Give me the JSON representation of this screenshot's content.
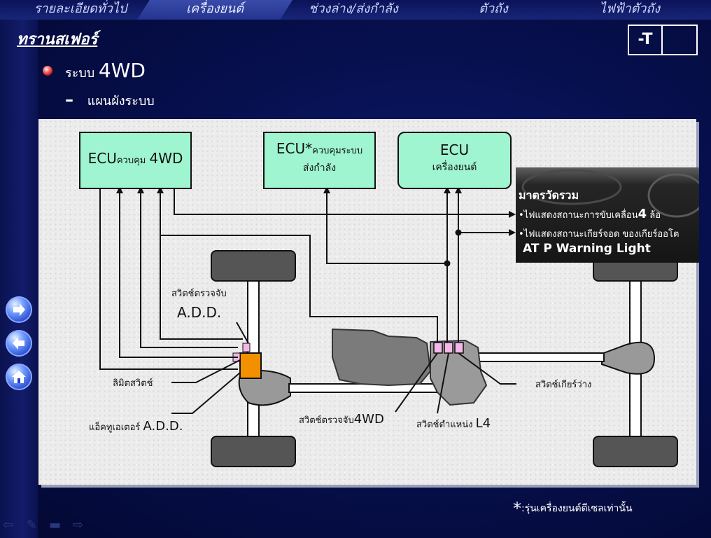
{
  "nav": {
    "tabs": [
      "รายละเอียดทั่วไป",
      "เครื่องยนต์",
      "ช่วงล่าง/ส่งกำลัง",
      "ตัวถัง",
      "ไฟฟ้าตัวถัง"
    ]
  },
  "header": {
    "section": "ทรานสเฟอร์",
    "code": "-T",
    "system_prefix": "ระบบ",
    "system_name": "4WD",
    "dash": "–",
    "subtitle": "แผนผังระบบ"
  },
  "diagram": {
    "ecu_4wd": {
      "main": "ECU",
      "sub": "ควบคุม",
      "tail": "4WD"
    },
    "ecu_powertrain": {
      "main": "ECU*",
      "sub": "ควบคุมระบบ",
      "line2": "ส่งกำลัง"
    },
    "ecu_engine": {
      "main": "ECU",
      "sub": "เครื่องยนต์"
    },
    "meter": {
      "title": "มาตรวัดรวม",
      "line1_text": "ไฟแสดงสถานะการขับเคลื่อน",
      "line1_num": "4",
      "line1_tail": "ล้อ",
      "line2_text": "ไฟแสดงสถานะเกียร์จอด ของเกียร์ออโต",
      "line3": "AT P Warning Light"
    },
    "labels": {
      "add_switch_th": "สวิตช์ตรวจจับ",
      "add_switch_en": "A.D.D.",
      "limit_switch": "ลิมิตสวิตช์",
      "actuator_th": "แอ็คทูเอเตอร์",
      "actuator_en": "A.D.D.",
      "switch_4wd_th": "สวิตช์ตรวจจับ",
      "switch_4wd_en": "4WD",
      "pos_switch_th": "สวิตช์ตำแหน่ง",
      "pos_switch_en": "L4",
      "neutral_switch": "สวิตช์เกียร์ว่าง"
    },
    "colors": {
      "ecu_fill": "#9ff5cf",
      "actuator": "#f29000",
      "switch": "#f3b8e8"
    }
  },
  "footnote": {
    "star": "*",
    "text": ":รุ่นเครื่องยนต์ดีเซลเท่านั้น"
  }
}
